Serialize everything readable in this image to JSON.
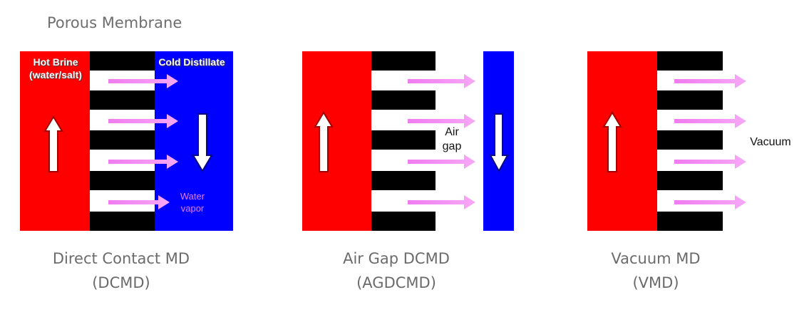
{
  "title": "Porous Membrane",
  "colors": {
    "hot": "#ff0000",
    "cold": "#0000ff",
    "membrane": "#000000",
    "vapor_arrow": "#ee82ee"
  },
  "panels": [
    {
      "id": "dcmd",
      "caption_line1": "Direct Contact MD",
      "caption_line2": "(DCMD)",
      "hot_label_line1": "Hot Brine",
      "hot_label_line2": "(water/salt)",
      "cold_label": "Cold Distillate",
      "vapor_label_line1": "Water",
      "vapor_label_line2": "vapor",
      "icons": [
        "up-arrow-icon",
        "down-arrow-icon",
        "vapor-arrow-icon"
      ]
    },
    {
      "id": "agdcmd",
      "caption_line1": "Air Gap DCMD",
      "caption_line2": "(AGDCMD)",
      "gap_label_line1": "Air",
      "gap_label_line2": "gap",
      "icons": [
        "up-arrow-icon",
        "down-arrow-icon",
        "vapor-arrow-icon"
      ]
    },
    {
      "id": "vmd",
      "caption_line1": "Vacuum MD",
      "caption_line2": "(VMD)",
      "vacuum_label": "Vacuum",
      "icons": [
        "up-arrow-icon",
        "vapor-arrow-icon"
      ]
    }
  ]
}
